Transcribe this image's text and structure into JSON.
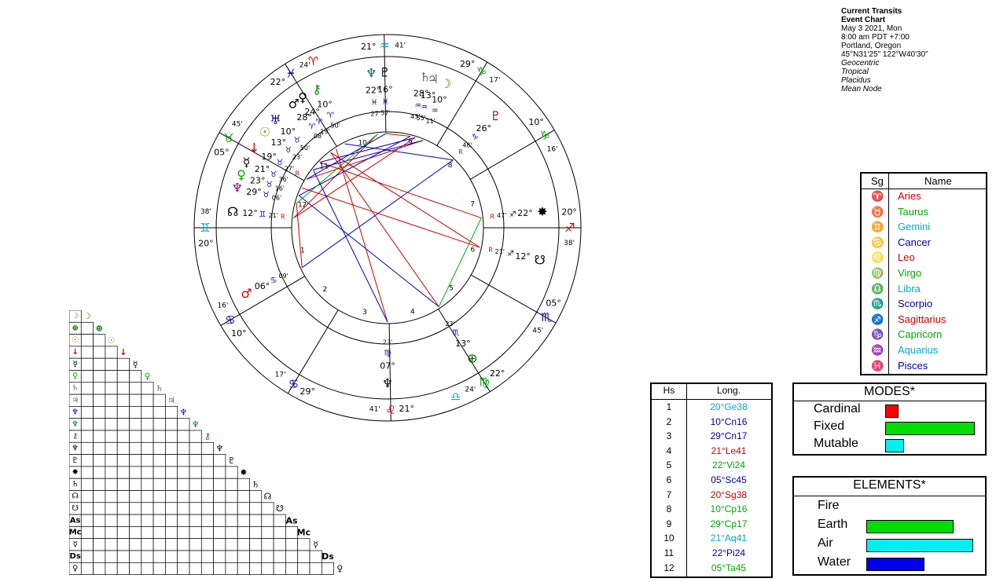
{
  "header": {
    "title": "Current Transits",
    "subtitle": "Event Chart",
    "date": "May 3 2021, Mon",
    "time": "8:00 am  PDT +7:00",
    "place": "Portland, Oregon",
    "coords": "45°N31'25\"  122°W40'30\"",
    "options": [
      "Geocentric",
      "Tropical",
      "Placidus",
      "Mean Node"
    ]
  },
  "signs_table": {
    "col_sign": "Sg",
    "col_name": "Name",
    "rows": [
      {
        "glyph": "♈",
        "name": "Aries",
        "color": "#cc0000"
      },
      {
        "glyph": "♉",
        "name": "Taurus",
        "color": "#00aa00"
      },
      {
        "glyph": "♊",
        "name": "Gemini",
        "color": "#00aacc"
      },
      {
        "glyph": "♋",
        "name": "Cancer",
        "color": "#0000aa"
      },
      {
        "glyph": "♌",
        "name": "Leo",
        "color": "#cc0000"
      },
      {
        "glyph": "♍",
        "name": "Virgo",
        "color": "#00aa00"
      },
      {
        "glyph": "♎",
        "name": "Libra",
        "color": "#00aacc"
      },
      {
        "glyph": "♏",
        "name": "Scorpio",
        "color": "#0000aa"
      },
      {
        "glyph": "♐",
        "name": "Sagittarius",
        "color": "#cc0000"
      },
      {
        "glyph": "♑",
        "name": "Capricorn",
        "color": "#00aa00"
      },
      {
        "glyph": "♒",
        "name": "Aquarius",
        "color": "#00aacc"
      },
      {
        "glyph": "♓",
        "name": "Pisces",
        "color": "#0000aa"
      }
    ]
  },
  "houses_table": {
    "col_house": "Hs",
    "col_long": "Long.",
    "rows": [
      {
        "h": "1",
        "long": "20°Ge38",
        "color": "#00aacc"
      },
      {
        "h": "2",
        "long": "10°Cn16",
        "color": "#0000aa"
      },
      {
        "h": "3",
        "long": "29°Cn17",
        "color": "#0000aa"
      },
      {
        "h": "4",
        "long": "21°Le41",
        "color": "#cc0000"
      },
      {
        "h": "5",
        "long": "22°Vi24",
        "color": "#00aa00"
      },
      {
        "h": "6",
        "long": "05°Sc45",
        "color": "#0000aa"
      },
      {
        "h": "7",
        "long": "20°Sg38",
        "color": "#cc0000"
      },
      {
        "h": "8",
        "long": "10°Cp16",
        "color": "#00aa00"
      },
      {
        "h": "9",
        "long": "29°Cp17",
        "color": "#00aa00"
      },
      {
        "h": "10",
        "long": "21°Aq41",
        "color": "#00aacc"
      },
      {
        "h": "11",
        "long": "22°Pi24",
        "color": "#0000aa"
      },
      {
        "h": "12",
        "long": "05°Ta45",
        "color": "#00aa00"
      }
    ]
  },
  "modes": {
    "title": "MODES*",
    "rows": [
      {
        "label": "Cardinal",
        "value": 0.13,
        "color": "#ff0000"
      },
      {
        "label": "Fixed",
        "value": 1.0,
        "color": "#00dd00"
      },
      {
        "label": "Mutable",
        "value": 0.2,
        "color": "#00eeee"
      }
    ]
  },
  "elements": {
    "title": "ELEMENTS*",
    "rows": [
      {
        "label": "Fire",
        "value": 0.0,
        "color": "#ff0000"
      },
      {
        "label": "Earth",
        "value": 0.81,
        "color": "#00dd00"
      },
      {
        "label": "Air",
        "value": 1.0,
        "color": "#00eeee"
      },
      {
        "label": "Water",
        "value": 0.54,
        "color": "#0000ee"
      }
    ]
  },
  "wheel": {
    "cusp_labels": [
      {
        "deg": "20°",
        "sign": "♊",
        "min": "38'",
        "color": "#00aacc"
      },
      {
        "deg": "10°",
        "sign": "♋",
        "min": "16'",
        "color": "#0000aa"
      },
      {
        "deg": "29°",
        "sign": "♋",
        "min": "17'",
        "color": "#0000aa"
      },
      {
        "deg": "21°",
        "sign": "♌",
        "min": "41'",
        "color": "#cc0000"
      },
      {
        "deg": "22°",
        "sign": "♍",
        "min": "24'",
        "color": "#00aa00"
      },
      {
        "deg": "05°",
        "sign": "♏",
        "min": "45'",
        "color": "#0000aa"
      },
      {
        "deg": "20°",
        "sign": "♐",
        "min": "38'",
        "color": "#cc0000"
      },
      {
        "deg": "10°",
        "sign": "♑",
        "min": "16'",
        "color": "#00aa00"
      },
      {
        "deg": "29°",
        "sign": "♑",
        "min": "17'",
        "color": "#00aa00"
      },
      {
        "deg": "21°",
        "sign": "♒",
        "min": "41'",
        "color": "#00aacc"
      },
      {
        "deg": "22°",
        "sign": "♓",
        "min": "24'",
        "color": "#0000aa"
      },
      {
        "deg": "05°",
        "sign": "♉",
        "min": "45'",
        "color": "#00aa00"
      }
    ],
    "extra_sign_labels": [
      {
        "sign": "♈",
        "color": "#cc0000"
      },
      {
        "sign": "♎",
        "color": "#00aacc"
      }
    ],
    "house_numbers": [
      "1",
      "2",
      "3",
      "4",
      "5",
      "6",
      "7",
      "8",
      "9",
      "10",
      "11",
      "12"
    ],
    "planets": [
      {
        "glyph": "♄",
        "deg": "28°",
        "sign": "♒",
        "min": "43'",
        "color": "#666666"
      },
      {
        "glyph": "♃",
        "deg": "13°",
        "sign": "♒",
        "min": "55'",
        "color": "#666666"
      },
      {
        "glyph": "☽",
        "deg": "10°",
        "sign": "♒",
        "min": "11'",
        "color": "#996600"
      },
      {
        "glyph": "♇",
        "deg": "26°",
        "sign": "♑",
        "min": "48'",
        "retro": "R",
        "color": "#880066"
      },
      {
        "glyph": "✸",
        "deg": "22°",
        "sign": "♐",
        "min": "47'",
        "retro": "R",
        "color": "#000000"
      },
      {
        "glyph": "☋",
        "deg": "12°",
        "sign": "♐",
        "min": "21'",
        "retro": "R",
        "color": "#000000"
      },
      {
        "glyph": "⊕",
        "deg": "13°",
        "sign": "♏",
        "min": "23'",
        "color": "#006600"
      },
      {
        "glyph": "♆",
        "deg": "22°",
        "sign": "♓",
        "min": "27'",
        "color": "#006666"
      },
      {
        "glyph": "♇",
        "deg": "16°",
        "sign": "♓",
        "min": "57'",
        "color": "#000000"
      },
      {
        "glyph": "⚷",
        "deg": "10°",
        "sign": "♈",
        "min": "50'",
        "color": "#008800"
      },
      {
        "glyph": "♀",
        "deg": "24°",
        "sign": "♈",
        "min": "19'",
        "color": "#000000"
      },
      {
        "glyph": "♂",
        "deg": "28°",
        "sign": "♈",
        "min": "08'",
        "color": "#000000"
      },
      {
        "glyph": "♅",
        "deg": "10°",
        "sign": "♉",
        "min": "50'",
        "color": "#0000aa"
      },
      {
        "glyph": "☉",
        "deg": "13°",
        "sign": "♉",
        "min": "23'",
        "color": "#aa8800"
      },
      {
        "glyph": "↓",
        "deg": "19°",
        "sign": "♉",
        "min": "27'",
        "retro": "R",
        "color": "#cc0000"
      },
      {
        "glyph": "☿",
        "deg": "21°",
        "sign": "♉",
        "min": "36'",
        "color": "#000000"
      },
      {
        "glyph": "♀",
        "deg": "23°",
        "sign": "♉",
        "min": "16'",
        "color": "#00aa00"
      },
      {
        "glyph": "♆",
        "deg": "29°",
        "sign": "♉",
        "min": "06'",
        "color": "#880088"
      },
      {
        "glyph": "☊",
        "deg": "12°",
        "sign": "♊",
        "min": "21'",
        "retro": "R",
        "color": "#000000"
      },
      {
        "glyph": "♂",
        "deg": "06°",
        "sign": "♋",
        "min": "09'",
        "color": "#cc0000"
      },
      {
        "glyph": "♆",
        "deg": "07°",
        "sign": "♍",
        "min": "23'",
        "color": "#000000"
      }
    ]
  },
  "aspect_grid": {
    "glyphs": [
      "☽",
      "⊕",
      "☉",
      "↓",
      "☿",
      "♀",
      "♄",
      "♃",
      "♆",
      "♆",
      "⚷",
      "♆",
      "♇",
      "✸",
      "♄",
      "☊",
      "☋",
      "As",
      "Mc",
      "☿",
      "Ds",
      "♀"
    ],
    "colors": [
      "#996600",
      "#006600",
      "#aa8800",
      "#cc0000",
      "#000000",
      "#00aa00",
      "#666666",
      "#666666",
      "#0000aa",
      "#006666",
      "#008800",
      "#000000",
      "#000000",
      "#000000",
      "#000000",
      "#000000",
      "#000000",
      "#000000",
      "#000000",
      "#000000",
      "#000000",
      "#000000"
    ]
  }
}
